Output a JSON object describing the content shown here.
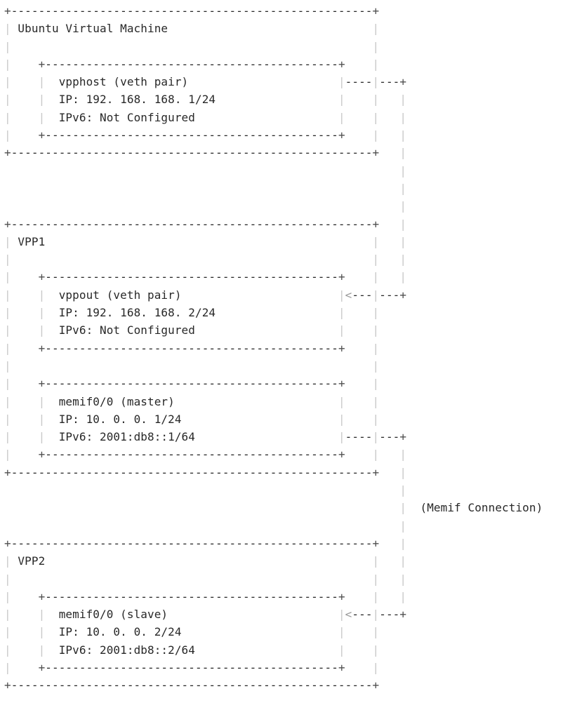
{
  "page": {
    "background": "#ffffff",
    "colors": {
      "ink": "#282828",
      "pipe_gray": "#c8c8c8",
      "plus_gray": "#4f4f4f",
      "arrow_gray": "#9a9a9a"
    }
  },
  "diagram": {
    "connection_label": "(Memif Connection)",
    "nodes": [
      {
        "name": "Ubuntu Virtual Machine",
        "interfaces": [
          {
            "label": "vpphost (veth pair)",
            "ip": "IP: 192.168.168.1/24",
            "ipv6": "IPv6: Not Configured"
          }
        ]
      },
      {
        "name": "VPP1",
        "interfaces": [
          {
            "label": "vppout (veth pair)",
            "ip": "IP: 192.168.168.2/24",
            "ipv6": "IPv6: Not Configured"
          },
          {
            "label": "memif0/0 (master)",
            "ip": "IP: 10.0.0.1/24",
            "ipv6": "IPv6: 2001:db8::1/64"
          }
        ]
      },
      {
        "name": "VPP2",
        "interfaces": [
          {
            "label": "memif0/0 (slave)",
            "ip": "IP: 10.0.0.2/24",
            "ipv6": "IPv6: 2001:db8::2/64"
          }
        ]
      }
    ],
    "ascii_art": {
      "lines": [
        "+-----------------------------------------------------+",
        "| Ubuntu Virtual Machine                              |",
        "|                                                     |",
        "|    +-------------------------------------------+    |",
        "|    |  vpphost (veth pair)                      |----|---+",
        "|    |  IP: 192. 168. 168. 1/24                  |    |   |",
        "|    |  IPv6: Not Configured                     |    |   |",
        "|    +-------------------------------------------+    |   |",
        "+-----------------------------------------------------+   |",
        "                                                          |",
        "                                                          |",
        "                                                          |",
        "+-----------------------------------------------------+   |",
        "| VPP1                                                |   |",
        "|                                                     |   |",
        "|    +-------------------------------------------+    |   |",
        "|    |  vppout (veth pair)                       |<---|---+",
        "|    |  IP: 192. 168. 168. 2/24                  |    |",
        "|    |  IPv6: Not Configured                     |    |",
        "|    +-------------------------------------------+    |",
        "|                                                     |",
        "|    +-------------------------------------------+    |",
        "|    |  memif0/0 (master)                        |    |",
        "|    |  IP: 10. 0. 0. 1/24                       |    |",
        "|    |  IPv6: 2001:db8::1/64                     |----|---+",
        "|    +-------------------------------------------+    |   |",
        "+-----------------------------------------------------+   |",
        "                                                          |",
        "                                                          |  (Memif Connection)",
        "                                                          |",
        "+-----------------------------------------------------+   |",
        "| VPP2                                                |   |",
        "|                                                     |   |",
        "|    +-------------------------------------------+    |   |",
        "|    |  memif0/0 (slave)                         |<---|---+",
        "|    |  IP: 10. 0. 0. 2/24                       |    |",
        "|    |  IPv6: 2001:db8::2/64                     |    |",
        "|    +-------------------------------------------+    |",
        "+-----------------------------------------------------+"
      ]
    }
  }
}
